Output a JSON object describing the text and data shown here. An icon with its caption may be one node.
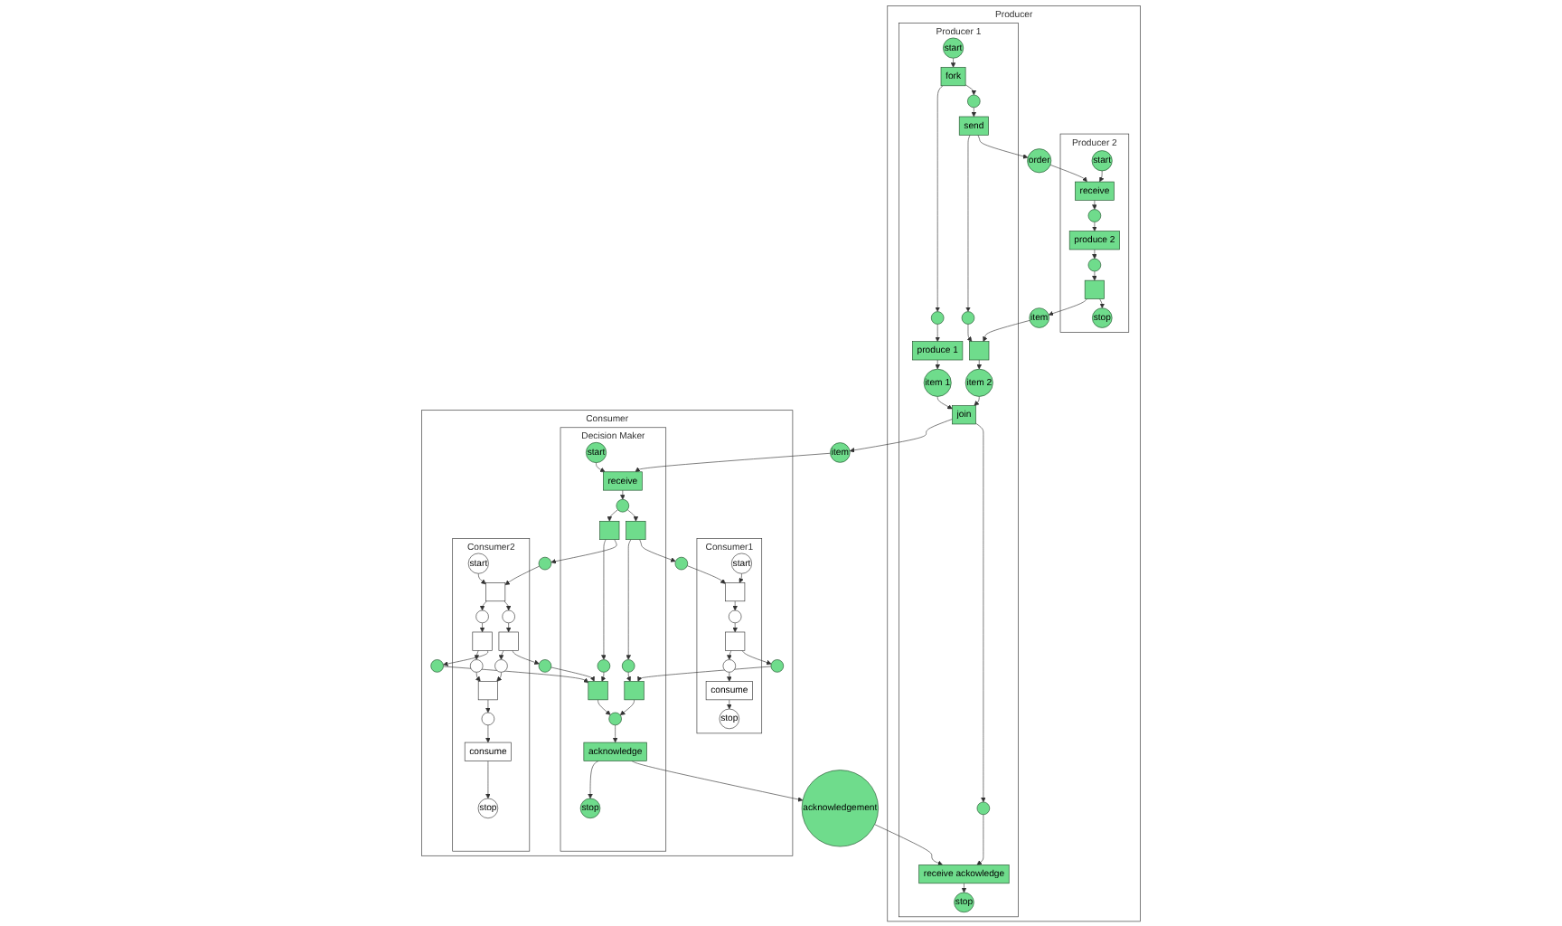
{
  "diagram": {
    "nodes": [
      {
        "text": [
          "Producer"
        ]
      },
      {
        "text": [
          "Producer 2"
        ],
        "in": 0
      },
      {
        "text": [
          "Producer 1"
        ],
        "in": 0
      },
      {
        "text": [
          "Consumer"
        ]
      },
      {
        "text": [
          "Consumer1"
        ],
        "in": 3
      },
      {
        "text": [
          "Decision Maker"
        ],
        "in": 3
      },
      {
        "text": [
          "Consumer2"
        ],
        "in": 3
      },
      {
        "text": [
          "start"
        ],
        "in": 1
      },
      {
        "text": [
          "receive"
        ],
        "in": 1
      },
      {
        "text": [],
        "shape": "circle",
        "in": 1
      },
      {
        "text": [
          "produce 2"
        ],
        "in": 1
      },
      {
        "text": [],
        "shape": "circle",
        "in": 1
      },
      {
        "text": [],
        "shape": "box",
        "in": 1
      },
      {
        "text": [
          "stop"
        ],
        "in": 1
      },
      {
        "text": [
          "start"
        ],
        "in": 2
      },
      {
        "text": [
          "fork"
        ],
        "in": 2
      },
      {
        "text": [],
        "shape": "circle",
        "in": 2
      },
      {
        "text": [],
        "shape": "circle",
        "in": 2
      },
      {
        "text": [
          "send"
        ],
        "in": 2
      },
      {
        "text": [],
        "shape": "circle",
        "in": 2
      },
      {
        "text": [
          "produce 1"
        ],
        "in": 2
      },
      {
        "text": [],
        "shape": "box",
        "in": 2
      },
      {
        "text": [
          "item 2"
        ],
        "in": 2
      },
      {
        "text": [
          "item 1"
        ],
        "in": 2
      },
      {
        "text": [
          "join"
        ],
        "in": 2
      },
      {
        "text": [],
        "shape": "circle",
        "in": 2
      },
      {
        "text": [
          "receive ackowledge"
        ],
        "in": 2
      },
      {
        "text": [
          "stop"
        ],
        "in": 2
      },
      {
        "text": [
          "order"
        ],
        "in": 0
      },
      {
        "text": [
          "item"
        ],
        "in": 0
      },
      {
        "text": [
          "item"
        ]
      },
      {
        "text": [
          "acknowledgement"
        ]
      },
      {
        "text": [
          "start"
        ],
        "in": 5
      },
      {
        "text": [
          "receive"
        ],
        "in": 5
      },
      {
        "text": [],
        "shape": "circle",
        "in": 5
      },
      {
        "text": [],
        "shape": "box",
        "in": 5
      },
      {
        "text": [],
        "shape": "box",
        "in": 5
      },
      {
        "text": [],
        "shape": "circle",
        "in": 5
      },
      {
        "text": [],
        "shape": "circle",
        "in": 5
      },
      {
        "text": [],
        "shape": "box",
        "in": 5
      },
      {
        "text": [],
        "shape": "box",
        "in": 5
      },
      {
        "text": [],
        "shape": "circle",
        "in": 5
      },
      {
        "text": [
          "acknowledge"
        ],
        "in": 5
      },
      {
        "text": [
          "stop"
        ],
        "in": 5
      },
      {
        "text": [],
        "shape": "circle",
        "in": 3
      },
      {
        "text": [],
        "shape": "circle",
        "in": 3
      },
      {
        "text": [],
        "shape": "circle",
        "in": 3
      },
      {
        "text": [],
        "shape": "circle",
        "in": 3
      },
      {
        "text": [],
        "shape": "circle",
        "in": 3
      },
      {
        "text": [
          "start"
        ],
        "in": 4
      },
      {
        "text": [],
        "shape": "box",
        "in": 4
      },
      {
        "text": [],
        "shape": "circle",
        "in": 4
      },
      {
        "text": [],
        "shape": "box",
        "in": 4
      },
      {
        "text": [],
        "shape": "circle",
        "in": 4
      },
      {
        "text": [
          "consume"
        ],
        "in": 4
      },
      {
        "text": [
          "stop"
        ],
        "in": 4
      },
      {
        "text": [
          "start"
        ],
        "in": 6
      },
      {
        "text": [],
        "shape": "box",
        "in": 6
      },
      {
        "text": [],
        "shape": "circle",
        "in": 6
      },
      {
        "text": [],
        "shape": "circle",
        "in": 6
      },
      {
        "text": [],
        "shape": "box",
        "in": 6
      },
      {
        "text": [],
        "shape": "box",
        "in": 6
      },
      {
        "text": [],
        "shape": "circle",
        "in": 6
      },
      {
        "text": [],
        "shape": "circle",
        "in": 6
      },
      {
        "text": [],
        "shape": "box",
        "in": 6
      },
      {
        "text": [],
        "shape": "circle",
        "in": 6
      },
      {
        "text": [
          "consume"
        ],
        "in": 6
      },
      {
        "text": [
          "stop"
        ],
        "in": 6
      }
    ],
    "edges": [
      {
        "from": 7,
        "to": 8,
        "arrow": "to"
      },
      {
        "from": 8,
        "to": 9,
        "arrow": "to"
      },
      {
        "from": 9,
        "to": 10,
        "arrow": "to"
      },
      {
        "from": 10,
        "to": 11,
        "arrow": "to"
      },
      {
        "from": 11,
        "to": 12,
        "arrow": "to"
      },
      {
        "from": 12,
        "to": 13,
        "arrow": "to"
      },
      {
        "from": 18,
        "to": 28,
        "arrow": "to"
      },
      {
        "from": 28,
        "to": 8,
        "arrow": "to"
      },
      {
        "from": 12,
        "to": 29,
        "arrow": "to"
      },
      {
        "from": 29,
        "to": 21,
        "arrow": "to"
      },
      {
        "from": 14,
        "to": 15,
        "arrow": "to"
      },
      {
        "from": 15,
        "to": 16,
        "arrow": "to"
      },
      {
        "from": 15,
        "to": 17,
        "arrow": "to"
      },
      {
        "from": 16,
        "to": 18,
        "arrow": "to"
      },
      {
        "from": 18,
        "to": 19,
        "arrow": "to"
      },
      {
        "from": 19,
        "to": 21,
        "arrow": "to"
      },
      {
        "from": 17,
        "to": 20,
        "arrow": "to"
      },
      {
        "from": 20,
        "to": 23,
        "arrow": "to"
      },
      {
        "from": 21,
        "to": 22,
        "arrow": "to"
      },
      {
        "from": 22,
        "to": 24,
        "arrow": "to"
      },
      {
        "from": 23,
        "to": 24,
        "arrow": "to"
      },
      {
        "from": 24,
        "to": 25,
        "arrow": "to"
      },
      {
        "from": 25,
        "to": 26,
        "arrow": "to"
      },
      {
        "from": 26,
        "to": 27,
        "arrow": "to"
      },
      {
        "from": 24,
        "to": 30,
        "arrow": "to"
      },
      {
        "from": 30,
        "to": 33,
        "arrow": "to"
      },
      {
        "from": 42,
        "to": 31,
        "arrow": "to"
      },
      {
        "from": 31,
        "to": 26,
        "arrow": "to"
      },
      {
        "from": 32,
        "to": 33,
        "arrow": "to"
      },
      {
        "from": 33,
        "to": 34,
        "arrow": "to"
      },
      {
        "from": 34,
        "to": 35,
        "arrow": "to"
      },
      {
        "from": 34,
        "to": 36,
        "arrow": "to"
      },
      {
        "from": 35,
        "to": 44,
        "arrow": "to"
      },
      {
        "from": 44,
        "to": 50,
        "arrow": "to"
      },
      {
        "from": 35,
        "to": 37,
        "arrow": "to"
      },
      {
        "from": 37,
        "to": 39,
        "arrow": "to"
      },
      {
        "from": 52,
        "to": 45,
        "arrow": "to"
      },
      {
        "from": 45,
        "to": 39,
        "arrow": "to"
      },
      {
        "from": 36,
        "to": 46,
        "arrow": "to"
      },
      {
        "from": 46,
        "to": 57,
        "arrow": "to"
      },
      {
        "from": 36,
        "to": 38,
        "arrow": "to"
      },
      {
        "from": 38,
        "to": 40,
        "arrow": "to"
      },
      {
        "from": 60,
        "to": 47,
        "arrow": "to"
      },
      {
        "from": 47,
        "to": 40,
        "arrow": "to"
      },
      {
        "from": 61,
        "to": 48,
        "arrow": "to"
      },
      {
        "from": 48,
        "to": 40,
        "arrow": "to"
      },
      {
        "from": 39,
        "to": 41,
        "arrow": "to"
      },
      {
        "from": 40,
        "to": 41,
        "arrow": "to"
      },
      {
        "from": 41,
        "to": 42,
        "arrow": "to"
      },
      {
        "from": 42,
        "to": 43,
        "arrow": "to"
      },
      {
        "from": 49,
        "to": 50,
        "arrow": "to"
      },
      {
        "from": 50,
        "to": 51,
        "arrow": "to"
      },
      {
        "from": 51,
        "to": 52,
        "arrow": "to"
      },
      {
        "from": 52,
        "to": 53,
        "arrow": "to"
      },
      {
        "from": 53,
        "to": 54,
        "arrow": "to"
      },
      {
        "from": 54,
        "to": 55,
        "arrow": "to"
      },
      {
        "from": 56,
        "to": 57,
        "arrow": "to"
      },
      {
        "from": 57,
        "to": 58,
        "arrow": "to"
      },
      {
        "from": 57,
        "to": 59,
        "arrow": "to"
      },
      {
        "from": 58,
        "to": 60,
        "arrow": "to"
      },
      {
        "from": 59,
        "to": 61,
        "arrow": "to"
      },
      {
        "from": 60,
        "to": 62,
        "arrow": "to"
      },
      {
        "from": 61,
        "to": 63,
        "arrow": "to"
      },
      {
        "from": 62,
        "to": 64,
        "arrow": "to"
      },
      {
        "from": 63,
        "to": 64,
        "arrow": "to"
      },
      {
        "from": 64,
        "to": 65,
        "arrow": "to"
      },
      {
        "from": 65,
        "to": 66,
        "arrow": "to"
      },
      {
        "from": 66,
        "to": 67,
        "arrow": "to"
      }
    ]
  }
}
